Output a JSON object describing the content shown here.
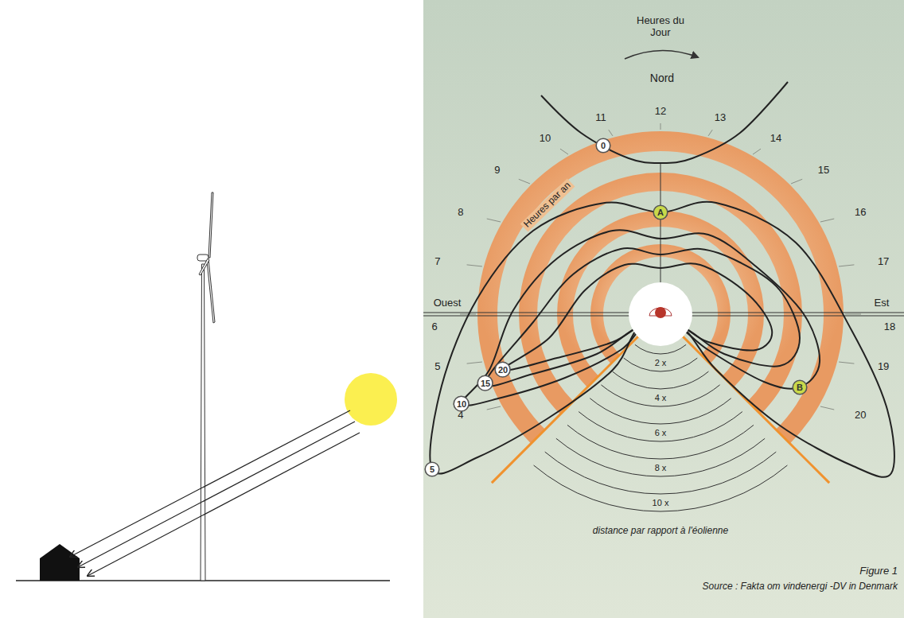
{
  "diagram": {
    "caption": "Figure 1",
    "nodes": [
      {
        "text": [
          "0"
        ]
      },
      {
        "text": [
          "5"
        ]
      },
      {
        "text": [
          "10"
        ]
      },
      {
        "text": [
          "15"
        ]
      },
      {
        "text": [
          "20"
        ]
      },
      {
        "text": [
          "A"
        ]
      },
      {
        "text": [
          "B"
        ]
      }
    ],
    "labels": [
      "Heures du Jour",
      "Nord",
      "4",
      "5",
      "6",
      "7",
      "8",
      "9",
      "10",
      "11",
      "12",
      "13",
      "14",
      "15",
      "16",
      "17",
      "18",
      "19",
      "20",
      "Ouest",
      "Est",
      "Heures par an",
      "2 x",
      "4 x",
      "6 x",
      "8 x",
      "10 x",
      "distance par rapport à l'éolienne",
      "Source : Fakta om vindenergi -DV in Denmark"
    ]
  }
}
